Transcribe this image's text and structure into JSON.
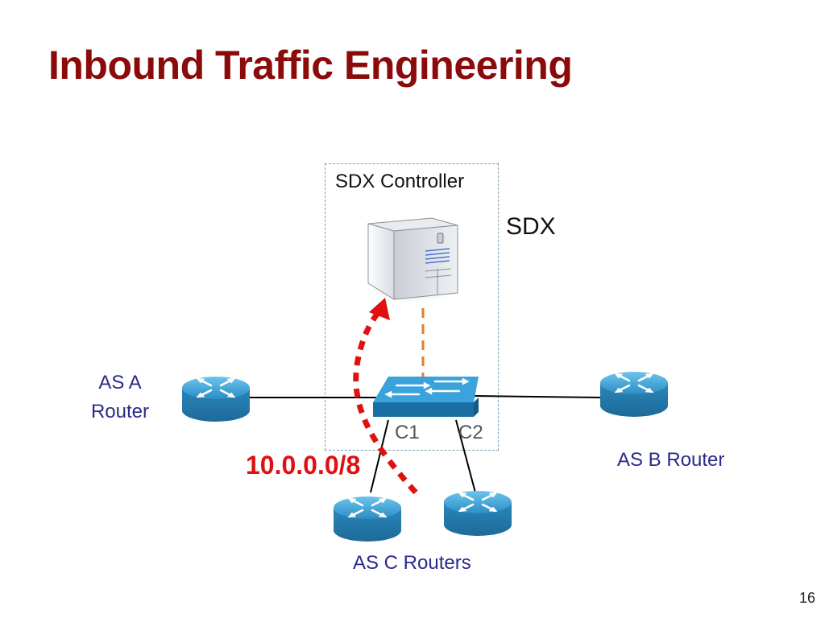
{
  "slide": {
    "title": "Inbound Traffic Engineering",
    "page_number": "16"
  },
  "labels": {
    "sdx_controller": "SDX Controller",
    "sdx": "SDX",
    "as_a_line1": "AS A",
    "as_a_line2": "Router",
    "as_b": "AS B Router",
    "as_c": "AS C Routers",
    "c1": "C1",
    "c2": "C2",
    "prefix": "10.0.0.0/8"
  },
  "colors": {
    "title": "#8b0a0a",
    "router_blue": "#2b8ec4",
    "as_label": "#2a2a8c",
    "prefix_red": "#e01010",
    "control_orange": "#f07820"
  },
  "icons": [
    "server-icon",
    "switch-icon",
    "router-icon"
  ]
}
